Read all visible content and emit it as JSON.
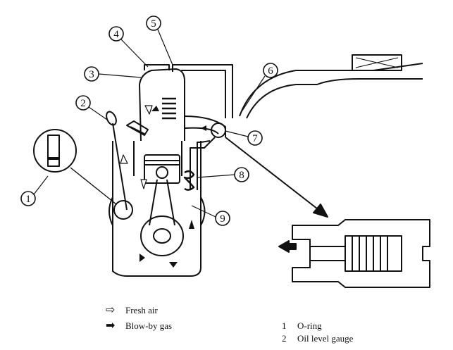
{
  "callouts": [
    "1",
    "2",
    "3",
    "4",
    "5",
    "6",
    "7",
    "8",
    "9"
  ],
  "legend": {
    "fresh_air_label": "Fresh air",
    "blowby_label": "Blow-by gas"
  },
  "parts": [
    {
      "no": "1",
      "name": "O-ring"
    },
    {
      "no": "2",
      "name": "Oil level gauge"
    }
  ],
  "icons": {
    "fresh_air": "hollow-arrow-icon",
    "blowby": "solid-arrow-icon"
  }
}
